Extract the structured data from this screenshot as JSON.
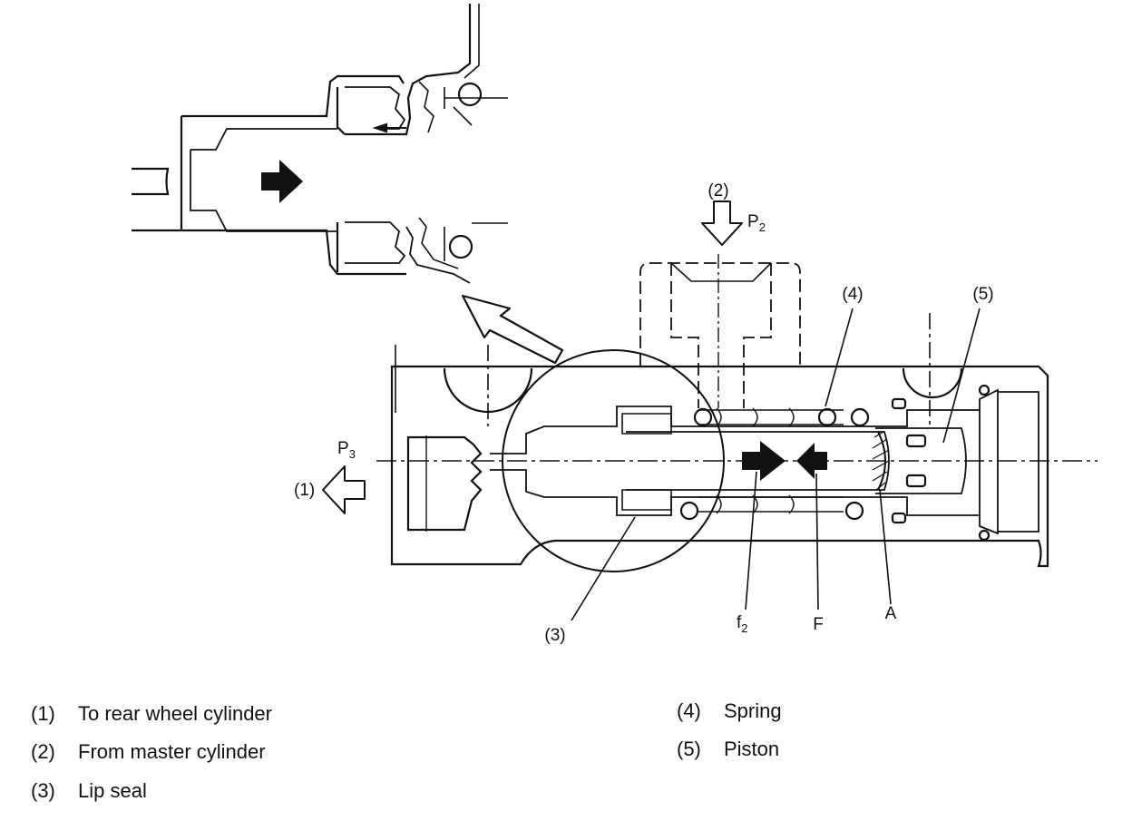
{
  "callouts": {
    "c1": "(1)",
    "c2": "(2)",
    "c3": "(3)",
    "c4": "(4)",
    "c5": "(5)",
    "p2_base": "P",
    "p2_sub": "2",
    "p3_base": "P",
    "p3_sub": "3",
    "f2_base": "f",
    "f2_sub": "2",
    "F": "F",
    "A": "A"
  },
  "legend": [
    {
      "num": "(1)",
      "text": "To rear wheel cylinder"
    },
    {
      "num": "(2)",
      "text": "From master cylinder"
    },
    {
      "num": "(3)",
      "text": "Lip seal"
    },
    {
      "num": "(4)",
      "text": "Spring"
    },
    {
      "num": "(5)",
      "text": "Piston"
    }
  ]
}
